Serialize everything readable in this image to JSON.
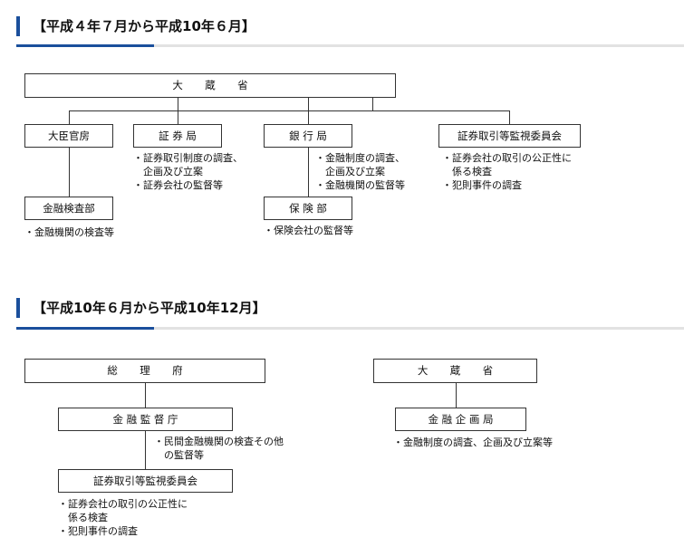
{
  "sections": [
    {
      "title": "【平成４年７月から平成10年６月】",
      "boxes": {
        "mof": "大 蔵 省",
        "minister_secretariat": "大臣官房",
        "securities_bureau": "証 券 局",
        "banking_bureau": "銀 行 局",
        "sesc": "証券取引等監視委員会",
        "inspection_dept": "金融検査部",
        "insurance_dept": "保 険 部"
      },
      "notes": {
        "securities_bureau": [
          "・証券取引制度の調査、",
          "　企画及び立案",
          "・証券会社の監督等"
        ],
        "banking_bureau": [
          "・金融制度の調査、",
          "　企画及び立案",
          "・金融機関の監督等"
        ],
        "sesc": [
          "・証券会社の取引の公正性に",
          "　係る検査",
          "・犯則事件の調査"
        ],
        "inspection_dept": [
          "・金融機関の検査等"
        ],
        "insurance_dept": [
          "・保険会社の監督等"
        ]
      }
    },
    {
      "title": "【平成10年６月から平成10年12月】",
      "boxes": {
        "prime_minister_office": "総 理 府",
        "mof": "大 蔵 省",
        "fsa": "金 融 監 督 庁",
        "planning_bureau": "金 融 企 画 局",
        "sesc": "証券取引等監視委員会"
      },
      "notes": {
        "fsa": [
          "・民間金融機関の検査その他",
          "　の監督等"
        ],
        "planning_bureau": [
          "・金融制度の調査、企画及び立案等"
        ],
        "sesc": [
          "・証券会社の取引の公正性に",
          "　係る検査",
          "・犯則事件の調査"
        ]
      }
    }
  ],
  "colors": {
    "accent": "#1a4f9c",
    "rule": "#e2e2e2",
    "line": "#333333"
  }
}
